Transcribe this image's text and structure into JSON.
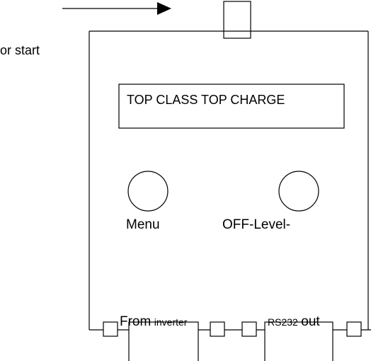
{
  "labels": {
    "start_text": "or start",
    "display_text": "TOP CLASS TOP CHARGE",
    "menu_label": "Menu",
    "off_level_label": "OFF-Level-",
    "from_label": "From",
    "inverter_label": "inverter",
    "rs232_label": "RS232",
    "out_label": "out"
  },
  "colors": {
    "stroke": "#000000",
    "background": "#ffffff"
  }
}
